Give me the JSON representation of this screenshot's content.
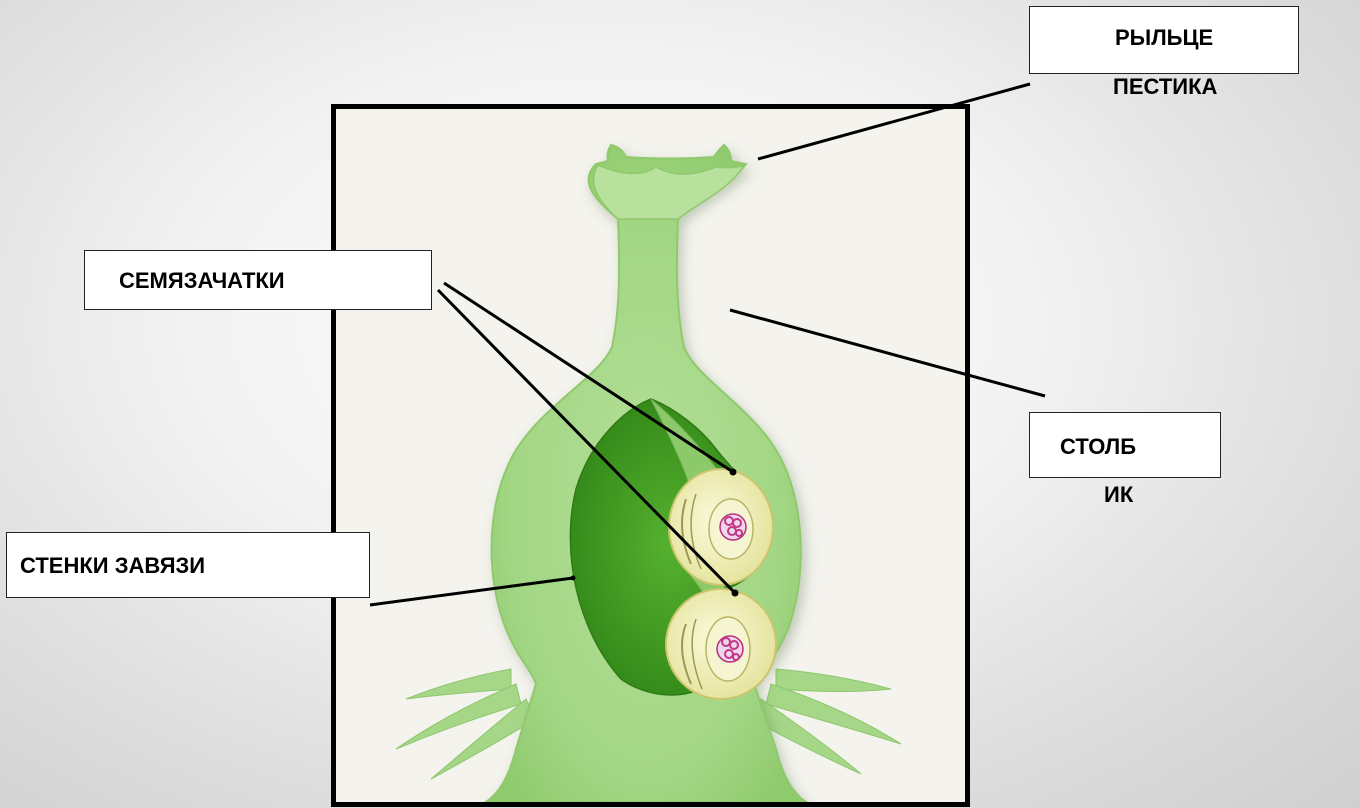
{
  "diagram": {
    "labels": {
      "stigma_line1": "РЫЛЬЦЕ",
      "stigma_line2": "ПЕСТИКА",
      "ovules": "СЕМЯЗАЧАТКИ",
      "style_line1": "СТОЛБ",
      "style_line2": "ИК",
      "ovary_walls": "СТЕНКИ  ЗАВЯЗИ"
    },
    "colors": {
      "pistil_light": "#a9d98a",
      "pistil_mid": "#8ccc6a",
      "cavity_dark": "#3f9a22",
      "ovule_yellow": "#f3f1b6",
      "embryo_sac": "#d64aa0",
      "frame_border": "#000000"
    }
  }
}
